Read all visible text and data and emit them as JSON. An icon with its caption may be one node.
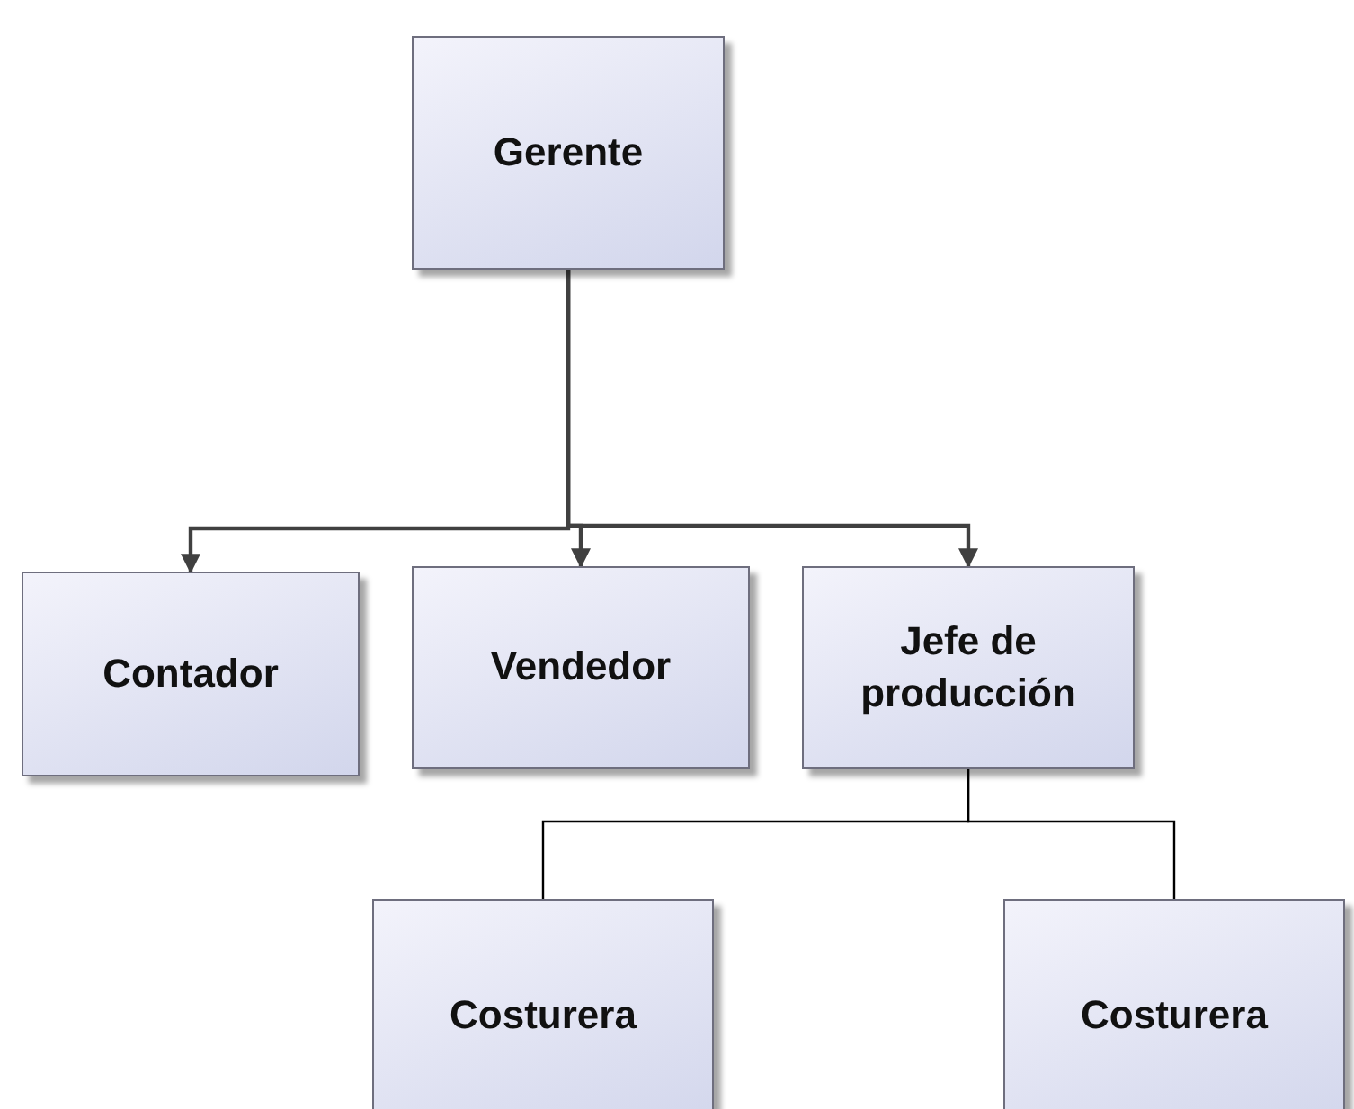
{
  "diagram": {
    "nodes": [
      {
        "text": [
          "Gerente"
        ]
      },
      {
        "text": [
          "Contador"
        ]
      },
      {
        "text": [
          "Vendedor"
        ]
      },
      {
        "text": [
          "Jefe de producción"
        ]
      },
      {
        "text": [
          "Costurera"
        ]
      },
      {
        "text": [
          "Costurera"
        ]
      }
    ],
    "edges": [
      {
        "from": 0,
        "to": 1,
        "arrow": "to"
      },
      {
        "from": 0,
        "to": 2,
        "arrow": "to"
      },
      {
        "from": 0,
        "to": 3,
        "arrow": "to"
      },
      {
        "from": 3,
        "to": 4,
        "arrow": "none"
      },
      {
        "from": 3,
        "to": 5,
        "arrow": "none"
      }
    ]
  }
}
